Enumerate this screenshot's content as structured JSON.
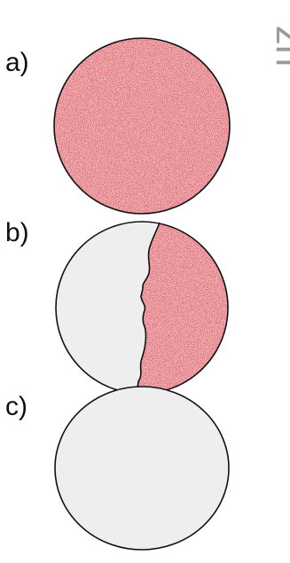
{
  "watermark": {
    "text": "zh",
    "color": "#9a9a9a"
  },
  "panels": [
    {
      "label": "a)",
      "state": "fully red-textured disc"
    },
    {
      "label": "b)",
      "state": "disc split: grey left region, red-textured right region with jagged boundary"
    },
    {
      "label": "c)",
      "state": "fully grey disc"
    }
  ],
  "colors": {
    "red_fill": "#e25a67",
    "grey_fill": "#eeeeee",
    "outline": "#111111",
    "label": "#111111"
  }
}
